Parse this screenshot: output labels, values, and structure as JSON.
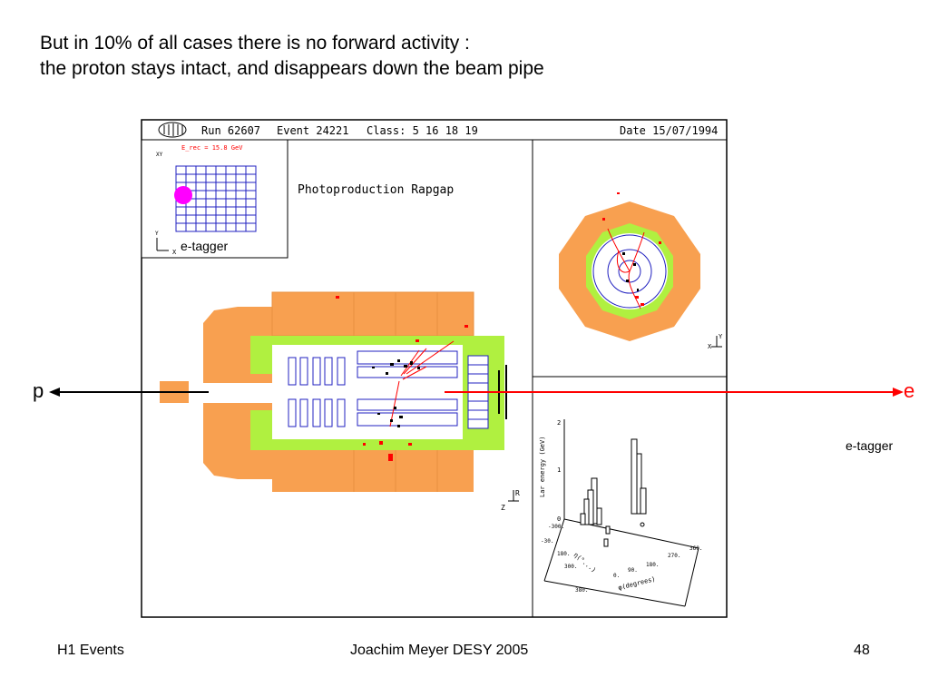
{
  "slide": {
    "title_line1": "But in 10% of all cases there is no forward activity :",
    "title_line2": "the proton stays intact, and disappears down the beam pipe"
  },
  "event_display": {
    "header": {
      "run": "Run 62607",
      "event": "Event 24221",
      "class": "Class: 5 16 18 19",
      "date": "Date 15/07/1994"
    },
    "inset": {
      "energy_label": "E_rec = 15.8 GeV",
      "corner_label": "XY",
      "axis_y": "Y",
      "axis_x": "X",
      "tagger_label": "e-tagger"
    },
    "caption": "Photoproduction Rapgap",
    "side_axis_z": "Z",
    "side_axis_r": "R",
    "radial_axis_x": "X",
    "radial_axis_y": "Y",
    "lego": {
      "ylabel": "Lar energy (GeV)",
      "ticks_y": [
        "2",
        "1",
        "0"
      ],
      "ticks_eta": [
        "-300.",
        "-30.",
        "180.",
        "300.",
        "380."
      ],
      "ticks_phi": [
        "0.",
        "90.",
        "180.",
        "270.",
        "360."
      ],
      "eta_label": "η(°...)",
      "phi_label": "φ(degrees)"
    }
  },
  "beam": {
    "proton_label": "p",
    "electron_label": "e",
    "tagger_label": "e-tagger",
    "proton_color": "#000000",
    "electron_color": "#ff0000"
  },
  "colors": {
    "calorimeter": "#f8a050",
    "tracker_band": "#b0f040",
    "frame": "#000000",
    "hits": "#ff0000",
    "track": "#1010a0",
    "cluster": "#ff00ff"
  },
  "footer": {
    "left": "H1 Events",
    "center": "Joachim Meyer  DESY  2005",
    "page": "48"
  }
}
